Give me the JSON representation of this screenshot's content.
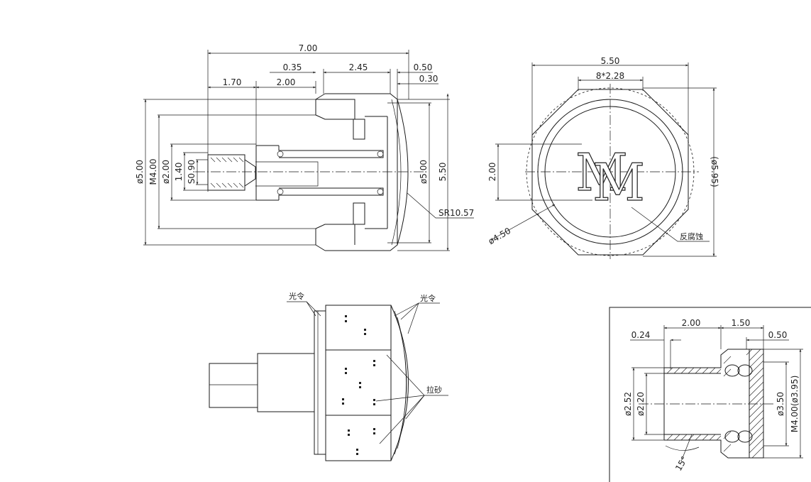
{
  "front_view": {
    "dims": {
      "overall_length": "7.00",
      "d_035": "0.35",
      "d_245": "2.45",
      "d_050": "0.50",
      "d_030": "0.30",
      "d_170": "1.70",
      "d_200": "2.00",
      "phi500_left": "ø5.00",
      "m400": "M4.00",
      "phi200": "ø2.00",
      "d_140": "1.40",
      "s090": "S0.90",
      "phi500_right": "ø5.00",
      "d_550": "5.50",
      "sr": "SR10.57"
    }
  },
  "top_view": {
    "dims": {
      "width": "5.50",
      "flats": "8*2.28",
      "height": "2.00",
      "phi450": "ø4.50",
      "phi595": "(ø5.95)"
    },
    "logo_text": "M",
    "note_anticorrosion": "反腐蚀"
  },
  "side_view": {
    "note_gloss_left": "光令",
    "note_gloss_right": "光令",
    "note_sandblast": "拉砂"
  },
  "detail_view": {
    "dims": {
      "d_024": "0.24",
      "d_200": "2.00",
      "d_150": "1.50",
      "d_050": "0.50",
      "phi252": "ø2.52",
      "phi220": "ø2.20",
      "phi350": "ø3.50",
      "thread": "M4.00(ø3.95)",
      "angle": "15°"
    }
  }
}
